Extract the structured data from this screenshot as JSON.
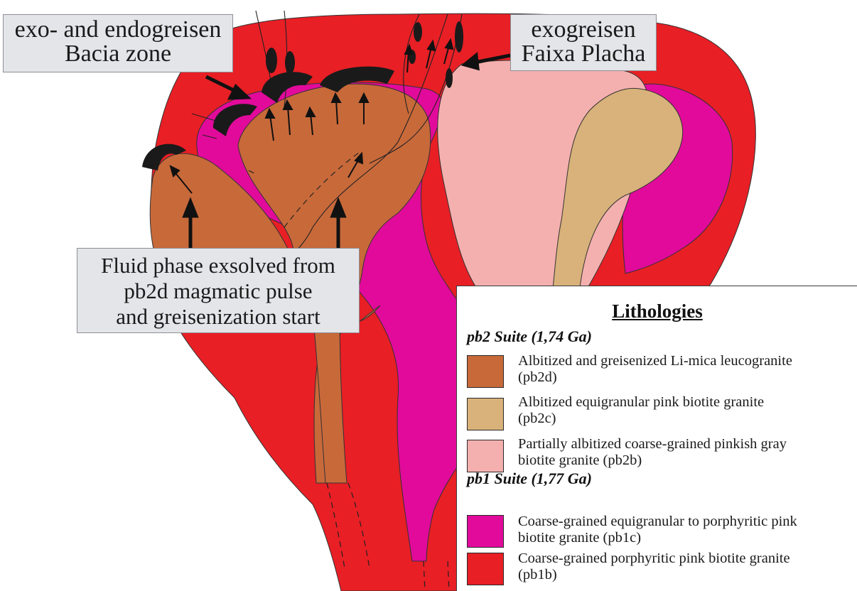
{
  "callouts": {
    "bacia": {
      "line1": "exo- and endogreisen",
      "line2": "Bacia zone"
    },
    "placha": {
      "line1": "exogreisen",
      "line2": "Faixa Placha"
    },
    "fluid": {
      "line1": "Fluid phase exsolved from",
      "line2": "pb2d magmatic pulse",
      "line3": "and greisenization start"
    }
  },
  "legend": {
    "title": "Lithologies",
    "suites": [
      {
        "name": "pb2 Suite (1,74 Ga)",
        "items": [
          {
            "label": "Albitized and greisenized Li-mica leucogranite\n(pb2d)",
            "color": "#c8693a"
          },
          {
            "label": "Albitized equigranular pink biotite granite\n(pb2c)",
            "color": "#d8b27a"
          },
          {
            "label": "Partially albitized coarse-grained pinkish gray\nbiotite granite (pb2b)",
            "color": "#f4b0ae"
          }
        ]
      },
      {
        "name": "pb1 Suite (1,77 Ga)",
        "items": [
          {
            "label": "Coarse-grained equigranular to porphyritic pink\nbiotite granite (pb1c)",
            "color": "#e20a9a"
          },
          {
            "label": "Coarse-grained porphyritic pink biotite granite\n(pb1b)",
            "color": "#e81f25"
          }
        ]
      }
    ]
  },
  "colors": {
    "pb1b": "#e81f25",
    "pb1c": "#e20a9a",
    "pb2b": "#f4b0ae",
    "pb2c": "#d8b27a",
    "pb2d": "#c8693a",
    "greisen": "#1a1a1a",
    "callout_bg": "#e4e5e9"
  }
}
